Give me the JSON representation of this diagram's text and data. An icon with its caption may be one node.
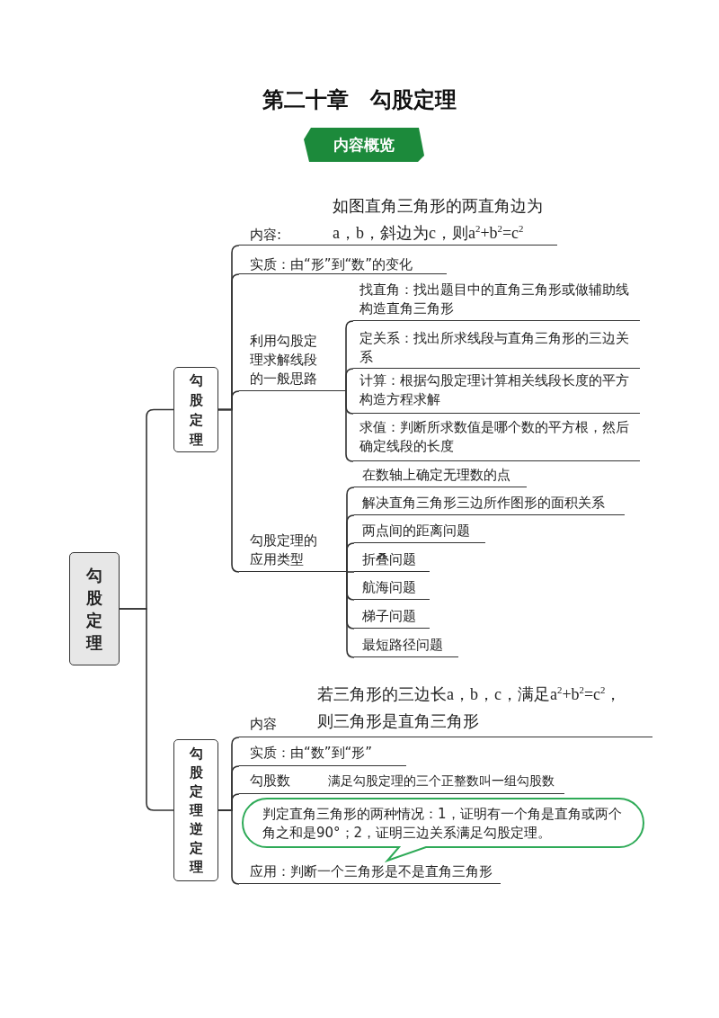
{
  "diagram": {
    "title": "第二十章　勾股定理",
    "nodes": [
      {
        "text": [
          "内容概览"
        ]
      },
      {
        "text": [
          "勾股定理"
        ]
      },
      {
        "text": [
          "勾股定理"
        ]
      },
      {
        "text": [
          "内容:",
          "如图直角三角形的两直角边为a，b，斜边为c，则a$^{2}$+b$^{2}$=c$^{2}$"
        ]
      },
      {
        "text": [
          "实质：由“形”到“数”的变化"
        ]
      },
      {
        "text": [
          "利用勾股定理求解线段的一般思路"
        ]
      },
      {
        "text": [
          "找直角：找出题目中的直角三角形或做辅助线构造直角三角形"
        ]
      },
      {
        "text": [
          "定关系：找出所求线段与直角三角形的三边关系"
        ]
      },
      {
        "text": [
          "计算：根据勾股定理计算相关线段长度的平方构造方程求解"
        ]
      },
      {
        "text": [
          "求值：判断所求数值是哪个数的平方根，然后确定线段的长度"
        ]
      },
      {
        "text": [
          "勾股定理的应用类型"
        ]
      },
      {
        "text": [
          "在数轴上确定无理数的点"
        ]
      },
      {
        "text": [
          "解决直角三角形三边所作图形的面积关系"
        ]
      },
      {
        "text": [
          "两点间的距离问题"
        ]
      },
      {
        "text": [
          "折叠问题"
        ]
      },
      {
        "text": [
          "航海问题"
        ]
      },
      {
        "text": [
          "梯子问题"
        ]
      },
      {
        "text": [
          "最短路径问题"
        ]
      },
      {
        "text": [
          "勾股定理逆定理"
        ]
      },
      {
        "text": [
          "内容",
          "若三角形的三边长a，b，c，满足a$^{2}$+b$^{2}$=c$^{2}$，则三角形是直角三角形"
        ]
      },
      {
        "text": [
          "实质：由“数”到“形”"
        ]
      },
      {
        "text": [
          "勾股数",
          "满足勾股定理的三个正整数叫一组勾股数"
        ]
      },
      {
        "text": [
          "判定直角三角形的两种情况：1，证明有一个角是直角或两个角之和是90°；2，证明三边关系满足勾股定理。"
        ]
      },
      {
        "text": [
          "应用：判断一个三角形是不是直角三角形"
        ]
      }
    ],
    "edges": [
      {
        "from": 1,
        "to": 2,
        "arrow": "none"
      },
      {
        "from": 1,
        "to": 18,
        "arrow": "none"
      },
      {
        "from": 2,
        "to": 3,
        "arrow": "none"
      },
      {
        "from": 2,
        "to": 4,
        "arrow": "none"
      },
      {
        "from": 2,
        "to": 5,
        "arrow": "none"
      },
      {
        "from": 2,
        "to": 10,
        "arrow": "none"
      },
      {
        "from": 5,
        "to": 6,
        "arrow": "none"
      },
      {
        "from": 5,
        "to": 7,
        "arrow": "none"
      },
      {
        "from": 5,
        "to": 8,
        "arrow": "none"
      },
      {
        "from": 5,
        "to": 9,
        "arrow": "none"
      },
      {
        "from": 10,
        "to": 11,
        "arrow": "none"
      },
      {
        "from": 10,
        "to": 12,
        "arrow": "none"
      },
      {
        "from": 10,
        "to": 13,
        "arrow": "none"
      },
      {
        "from": 10,
        "to": 14,
        "arrow": "none"
      },
      {
        "from": 10,
        "to": 15,
        "arrow": "none"
      },
      {
        "from": 10,
        "to": 16,
        "arrow": "none"
      },
      {
        "from": 10,
        "to": 17,
        "arrow": "none"
      },
      {
        "from": 18,
        "to": 19,
        "arrow": "none"
      },
      {
        "from": 18,
        "to": 20,
        "arrow": "none"
      },
      {
        "from": 18,
        "to": 21,
        "arrow": "none"
      },
      {
        "from": 18,
        "to": 23,
        "arrow": "none"
      }
    ]
  }
}
